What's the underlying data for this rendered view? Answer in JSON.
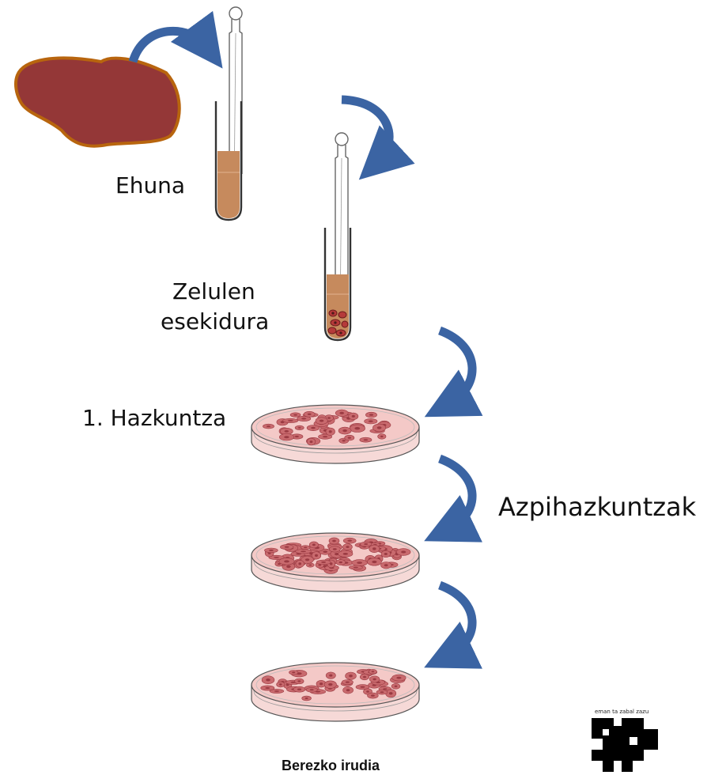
{
  "labels": {
    "tissue": "Ehuna",
    "suspension_line1": "Zelulen",
    "suspension_line2": "esekidura",
    "first_culture": "1. Hazkuntza",
    "subcultures": "Azpihazkuntzak"
  },
  "caption": "Berezko irudia",
  "logo": {
    "motto": "eman ta zabal zazu",
    "icon": "university-logo-icon"
  },
  "colors": {
    "tissue_fill": "#943737",
    "tissue_outline": "#b8650e",
    "arrow": "#3b64a3",
    "liquid": "#c68a5d",
    "dish_medium": "#f4c9c7",
    "cell": "#c96a6e"
  },
  "icons": [
    "curved-arrow-icon",
    "pipette-icon",
    "test-tube-icon",
    "petri-dish-icon"
  ]
}
